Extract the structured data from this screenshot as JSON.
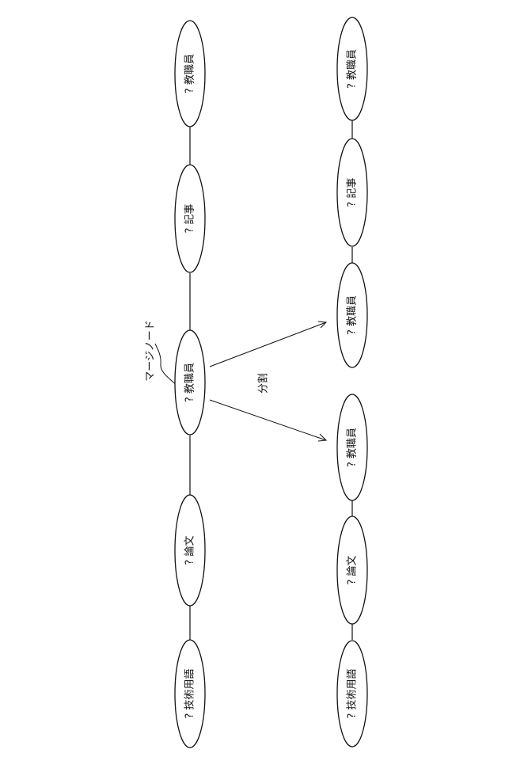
{
  "merge_node_label": "マージノード",
  "split_label": "分割",
  "original_chain": [
    {
      "text": "? 教職員"
    },
    {
      "text": "? 記事"
    },
    {
      "text": "? 教職員"
    },
    {
      "text": "? 論文"
    },
    {
      "text": "? 技術用語"
    }
  ],
  "split_chain_upper": [
    {
      "text": "? 教職員"
    },
    {
      "text": "? 記事"
    },
    {
      "text": "? 教職員"
    }
  ],
  "split_chain_lower": [
    {
      "text": "? 教職員"
    },
    {
      "text": "? 論文"
    },
    {
      "text": "? 技術用語"
    }
  ]
}
